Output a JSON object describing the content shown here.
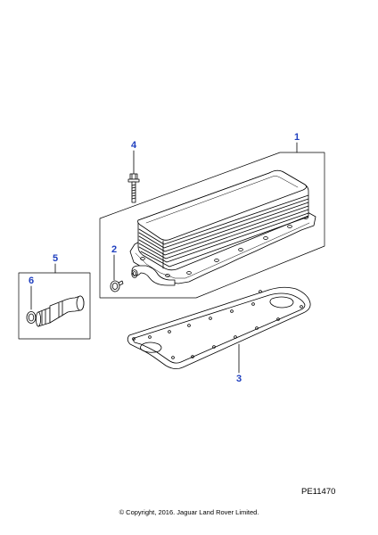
{
  "callouts": {
    "c1": "1",
    "c2": "2",
    "c3": "3",
    "c4": "4",
    "c5": "5",
    "c6": "6"
  },
  "reference_code": "PE11470",
  "copyright": "© Copyright, 2016. Jaguar Land Rover Limited.",
  "colors": {
    "callout": "#1f3fbf",
    "line": "#000000",
    "background": "#ffffff"
  }
}
